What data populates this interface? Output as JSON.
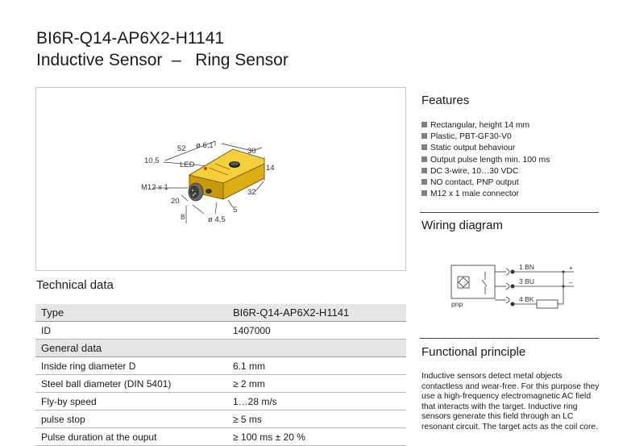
{
  "header": {
    "model": "BI6R-Q14-AP6X2-H1141",
    "subtitle": "Inductive Sensor  –   Ring Sensor"
  },
  "drawing": {
    "dim_52": "52",
    "dim_dia61": "ø 6,1",
    "dim_30": "30",
    "dim_105": "10,5",
    "led": "LED",
    "dim_14": "14",
    "m12": "M12 x 1",
    "dim_32": "32",
    "dim_20": "20",
    "dim_5": "5",
    "dim_8": "8",
    "dim_dia45": "ø 4,5",
    "colors": {
      "housing": "#f2c21b",
      "housing_shade": "#c99a0a",
      "connector": "#5a5a5a"
    }
  },
  "technical_data": {
    "title": "Technical data",
    "rows": [
      {
        "label": "Type",
        "value": "BI6R-Q14-AP6X2-H1141",
        "header": true
      },
      {
        "label": "ID",
        "value": "1407000",
        "header": false
      },
      {
        "label": "General data",
        "value": "",
        "header": true
      },
      {
        "label": "Inside ring diameter D",
        "value": "6.1 mm",
        "header": false
      },
      {
        "label": "Steel ball diameter (DIN 5401)",
        "value": "≥ 2 mm",
        "header": false
      },
      {
        "label": "Fly-by speed",
        "value": "1…28  m/s",
        "header": false
      },
      {
        "label": "pulse stop",
        "value": "≥ 5 ms",
        "header": false
      },
      {
        "label": "Pulse duration at the ouput",
        "value": "≥ 100 ms ± 20 %",
        "header": false
      }
    ]
  },
  "features": {
    "title": "Features",
    "items": [
      "Rectangular, height 14 mm",
      "Plastic, PBT-GF30-V0",
      "Static output behaviour",
      "Output pulse length min. 100 ms",
      "DC 3-wire, 10…30 VDC",
      "NO contact, PNP output",
      "M12 x 1 male connector"
    ]
  },
  "wiring": {
    "title": "Wiring diagram",
    "wire1": "1 BN",
    "wire2": "3 BU",
    "wire3": "4 BK",
    "plus": "+",
    "minus": "–",
    "type": "pnp"
  },
  "functional": {
    "title": "Functional principle",
    "text": "Inductive sensors detect metal objects contactless and wear-free. For this purpose they use a high-frequency electromagnetic AC field that interacts with the target. Inductive ring sensors generate this field through an LC resonant circuit. The target acts as the coil core."
  }
}
